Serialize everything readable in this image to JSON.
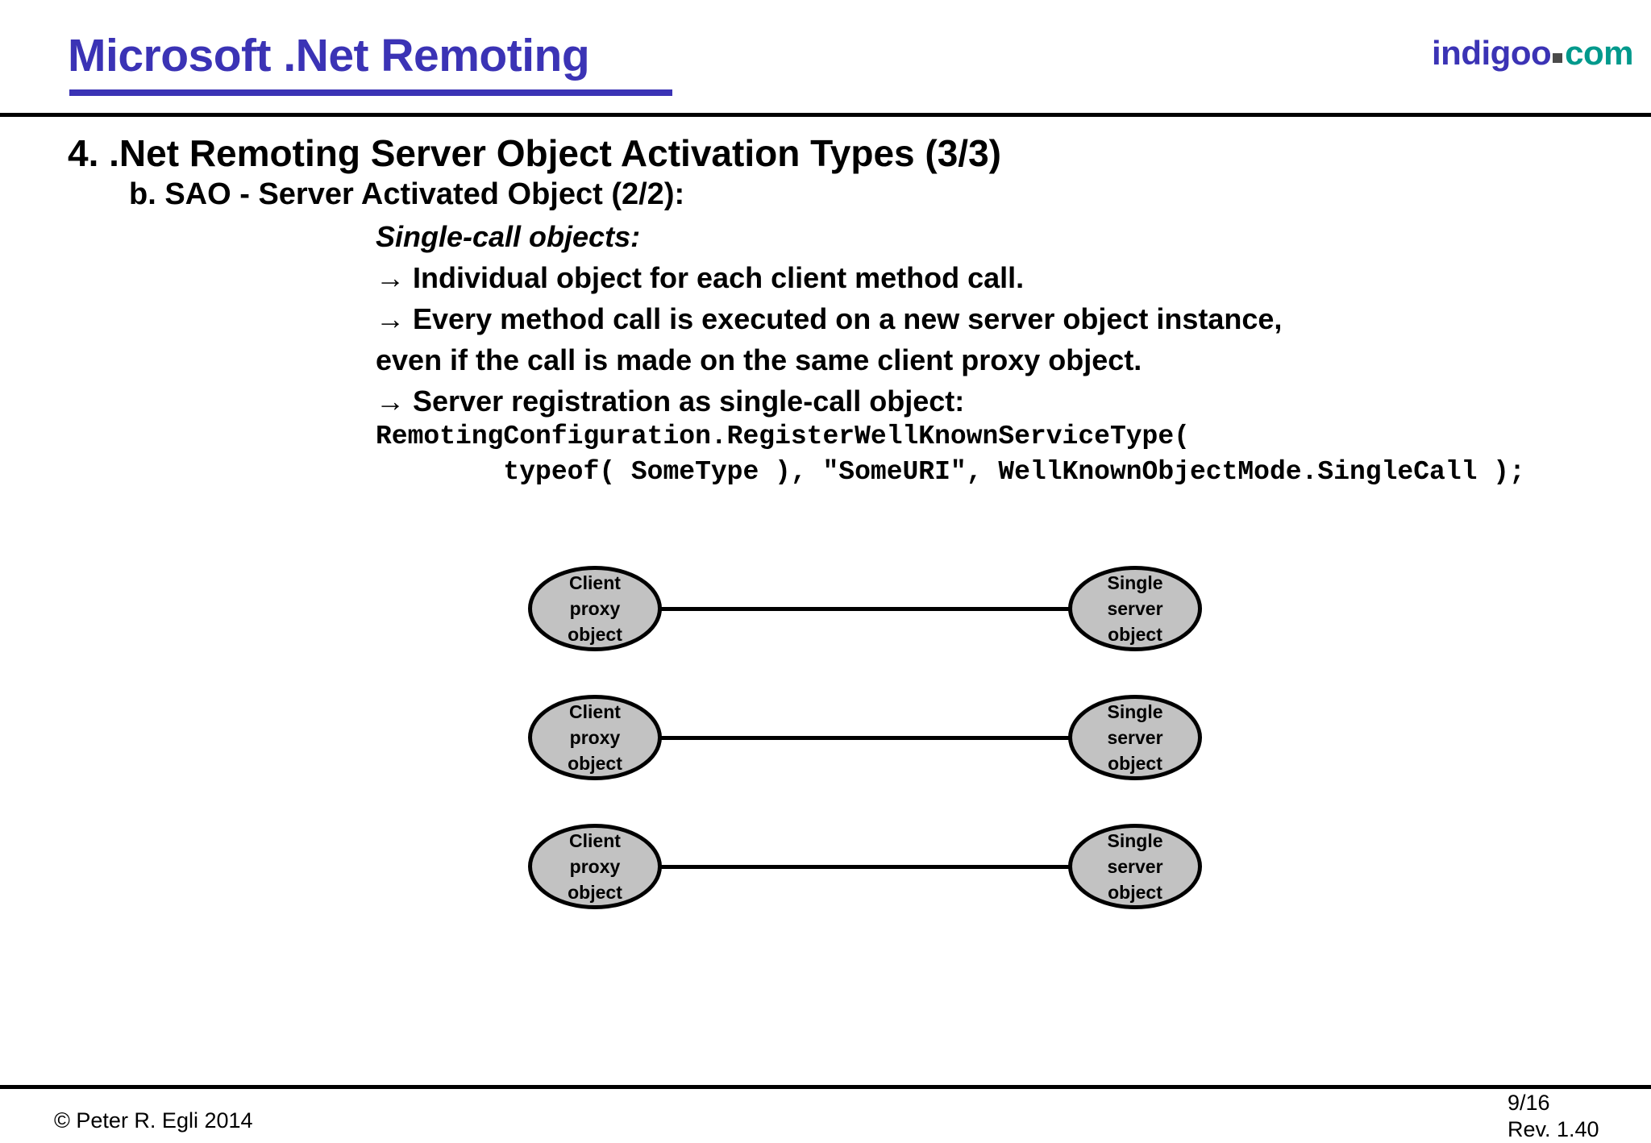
{
  "header": {
    "title": "Microsoft .Net Remoting",
    "brand": {
      "name": "indigoo",
      "tld": "com",
      "indigoo_color": "#3b33b5",
      "com_color": "#00998c",
      "dot_color": "#4a4a4a"
    }
  },
  "content": {
    "heading_1": "4. .Net Remoting Server Object Activation Types (3/3)",
    "heading_2": "b. SAO - Server Activated Object (2/2):",
    "body": [
      {
        "arrow": false,
        "italic": true,
        "text": "Single-call objects:"
      },
      {
        "arrow": true,
        "italic": false,
        "text": "Individual object for each client method call."
      },
      {
        "arrow": true,
        "italic": false,
        "text": "Every method call is executed on a new server object instance,"
      },
      {
        "arrow": false,
        "italic": false,
        "text": "even if the call is made on the same client proxy object."
      },
      {
        "arrow": true,
        "italic": false,
        "text": "Server registration as single-call object:"
      }
    ],
    "arrow_glyph": "→",
    "code": [
      "RemotingConfiguration.RegisterWellKnownServiceType(",
      "        typeof( SomeType ), \"SomeURI\", WellKnownObjectMode.SingleCall );"
    ]
  },
  "diagram": {
    "node_fill": "#c2c2c2",
    "node_stroke": "#000000",
    "rows": [
      {
        "left": [
          "Client",
          "proxy",
          "object"
        ],
        "right": [
          "Single",
          "server",
          "object"
        ]
      },
      {
        "left": [
          "Client",
          "proxy",
          "object"
        ],
        "right": [
          "Single",
          "server",
          "object"
        ]
      },
      {
        "left": [
          "Client",
          "proxy",
          "object"
        ],
        "right": [
          "Single",
          "server",
          "object"
        ]
      }
    ]
  },
  "footer": {
    "copyright": "© Peter R. Egli 2014",
    "page": "9/16",
    "revision": "Rev. 1.40"
  }
}
